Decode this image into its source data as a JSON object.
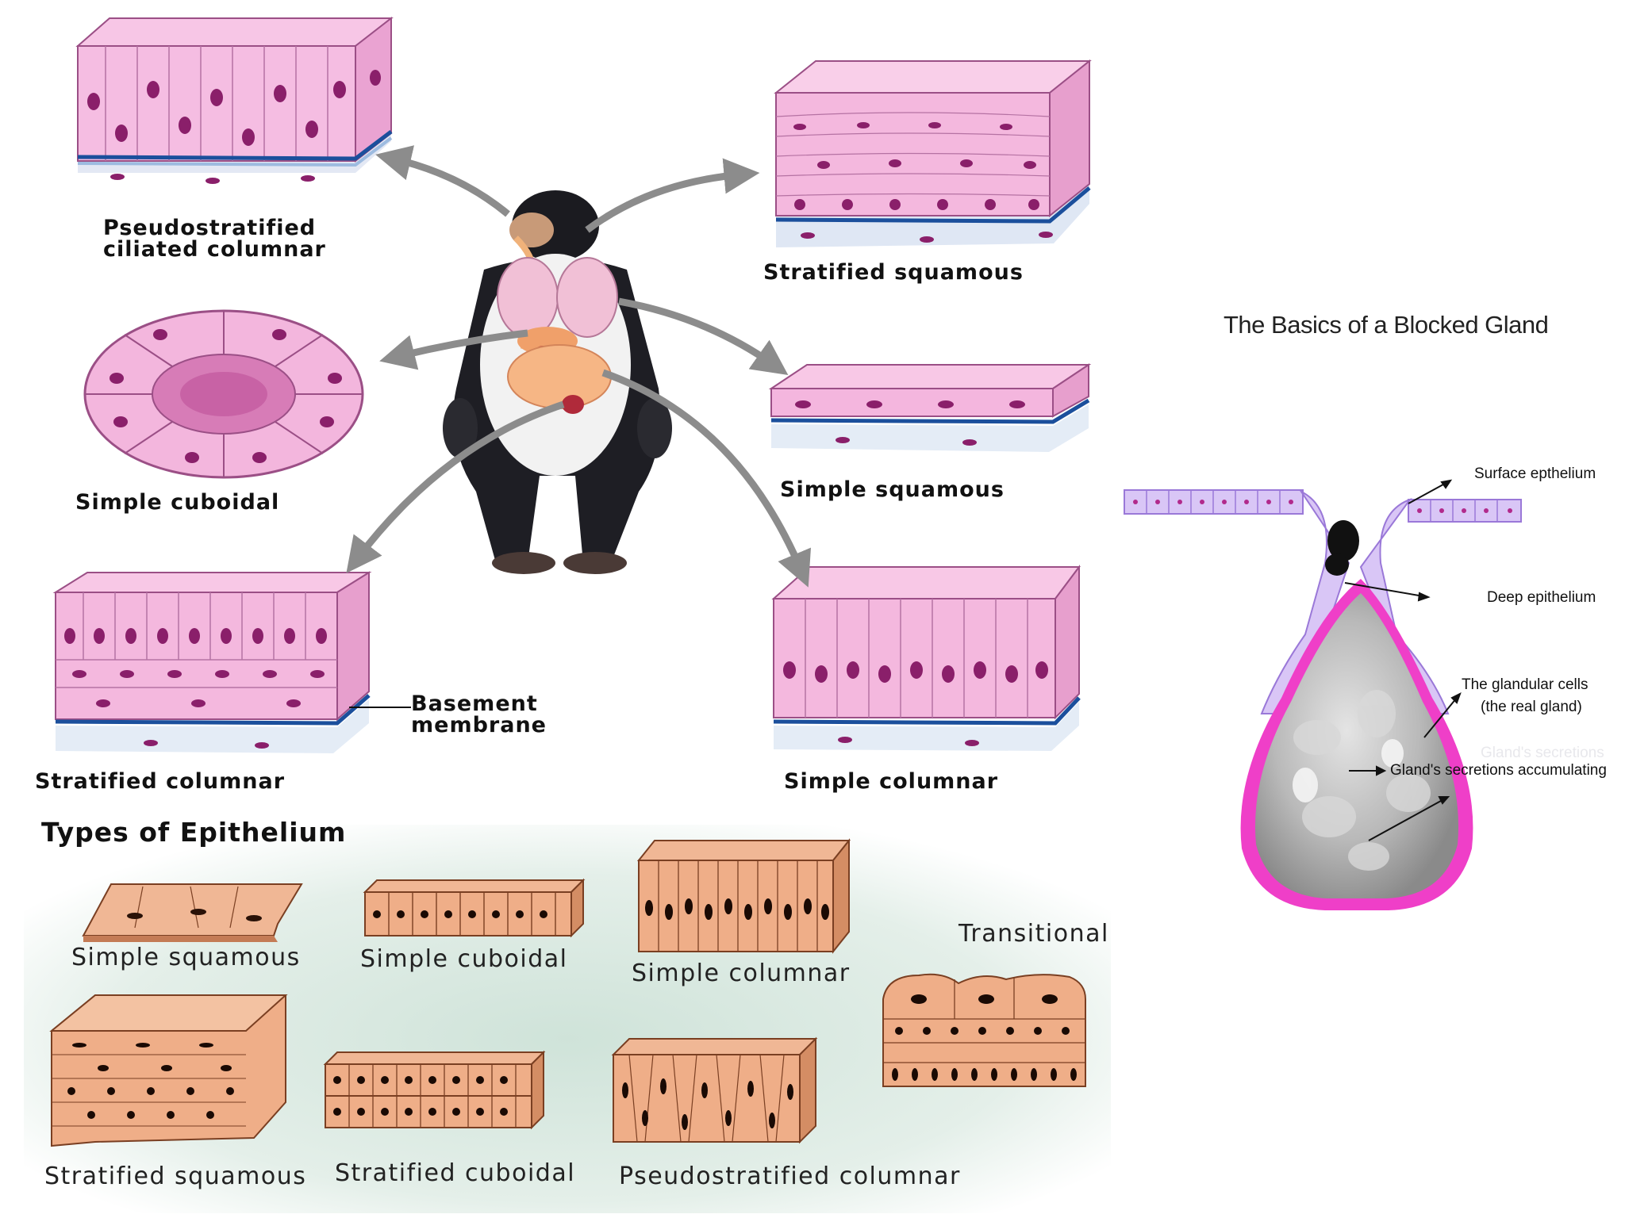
{
  "top_figure": {
    "labels": {
      "pseudostratified": [
        "Pseudostratified",
        "ciliated columnar"
      ],
      "stratified_squamous": "Stratified squamous",
      "simple_cuboidal": "Simple cuboidal",
      "simple_squamous": "Simple squamous",
      "stratified_columnar": "Stratified columnar",
      "simple_columnar": "Simple columnar",
      "basement_membrane": [
        "Basement",
        "membrane"
      ]
    }
  },
  "bottom_figure": {
    "title": "Types of Epithelium",
    "labels": {
      "simple_squamous": "Simple squamous",
      "simple_cuboidal": "Simple cuboidal",
      "simple_columnar": "Simple columnar",
      "transitional": "Transitional",
      "stratified_squamous": "Stratified squamous",
      "stratified_cuboidal": "Stratified cuboidal",
      "pseudostratified_columnar": "Pseudostratified columnar"
    }
  },
  "gland_figure": {
    "title": "The Basics of a Blocked Gland",
    "labels": {
      "surface": "Surface epthelium",
      "deep": "Deep epithelium",
      "glandular": [
        "The glandular cells",
        "(the real gland)"
      ],
      "faded": "Gland's secretions",
      "secretions": "Gland's secretions accumulating"
    }
  },
  "colors": {
    "tissue_pink": "#f2b6dc",
    "nucleus": "#8a1f6a",
    "basement_blue": "#1b4f9c",
    "tan_tissue": "#e9a37a",
    "gland_purple": "#c9aef0",
    "gland_pink": "#ef3fc8",
    "arrow_gray": "#8c8c8c"
  }
}
